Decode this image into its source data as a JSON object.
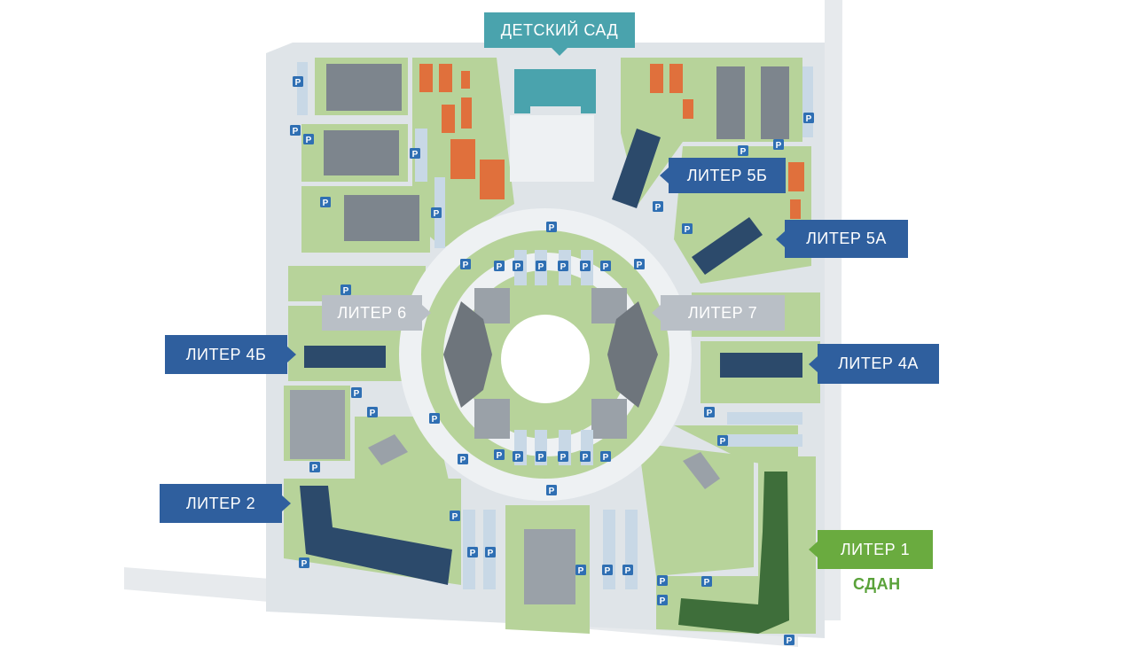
{
  "labels": {
    "kindergarten": "ДЕТСКИЙ САД",
    "liter_5b": "ЛИТЕР 5Б",
    "liter_5a": "ЛИТЕР 5А",
    "liter_6": "ЛИТЕР 6",
    "liter_7": "ЛИТЕР 7",
    "liter_4b": "ЛИТЕР 4Б",
    "liter_4a": "ЛИТЕР 4А",
    "liter_2": "ЛИТЕР 2",
    "liter_1": "ЛИТЕР 1"
  },
  "status": {
    "liter_1": "СДАН"
  },
  "parking_symbol": "P",
  "colors": {
    "background": "#ffffff",
    "road": "#dfe4e8",
    "lawn": "#b7d39a",
    "lawn_dark": "#a9c98a",
    "parking": "#c8d8e6",
    "parking_icon": "#2f6fb3",
    "building_blue": "#2c4a6b",
    "building_grey": "#7d858d",
    "building_light_grey": "#9aa1a8",
    "building_green": "#3e6e3a",
    "sport_court": "#e0703c",
    "kindergarten": "#4aa3ad",
    "label_blue": "#2f5f9e",
    "label_grey": "#b9bfc6",
    "label_green": "#6aab3f"
  }
}
